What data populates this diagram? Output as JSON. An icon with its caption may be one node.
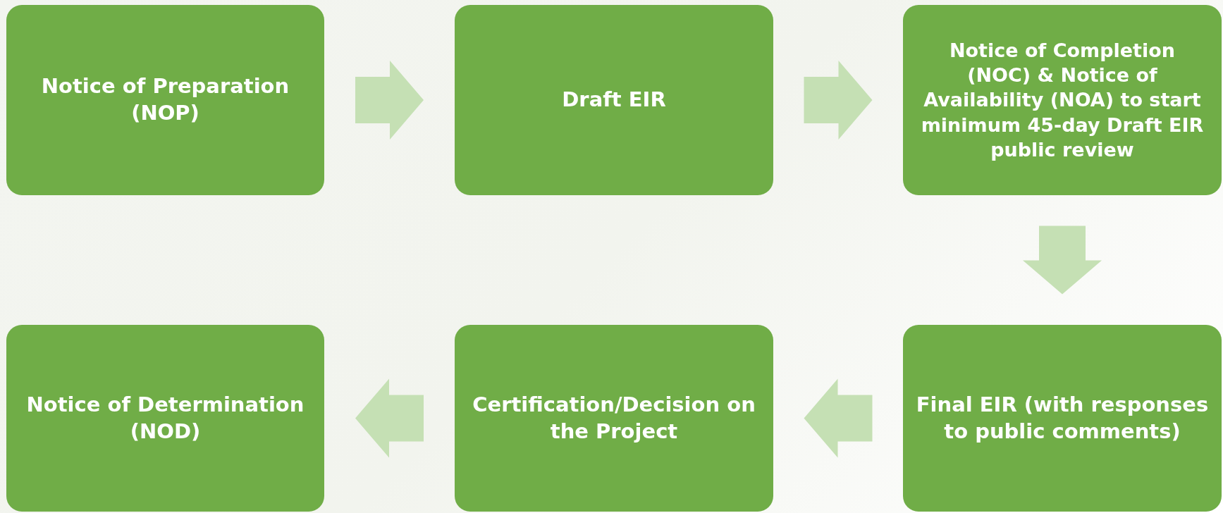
{
  "diagram": {
    "nodes": [
      {
        "text": [
          "Notice of Preparation (NOP)"
        ]
      },
      {
        "text": [
          "Draft EIR"
        ]
      },
      {
        "text": [
          "Notice of Completion (NOC) & Notice of Availability (NOA) to start minimum 45-day Draft EIR public review"
        ]
      },
      {
        "text": [
          "Notice of Determination (NOD)"
        ]
      },
      {
        "text": [
          "Certification/Decision on the Project"
        ]
      },
      {
        "text": [
          "Final EIR (with responses to public comments)"
        ]
      }
    ],
    "edges": [
      {
        "from": 0,
        "to": 1,
        "arrow": "to"
      },
      {
        "from": 1,
        "to": 2,
        "arrow": "to"
      },
      {
        "from": 2,
        "to": 5,
        "arrow": "to"
      },
      {
        "from": 5,
        "to": 4,
        "arrow": "to"
      },
      {
        "from": 4,
        "to": 3,
        "arrow": "to"
      }
    ]
  }
}
